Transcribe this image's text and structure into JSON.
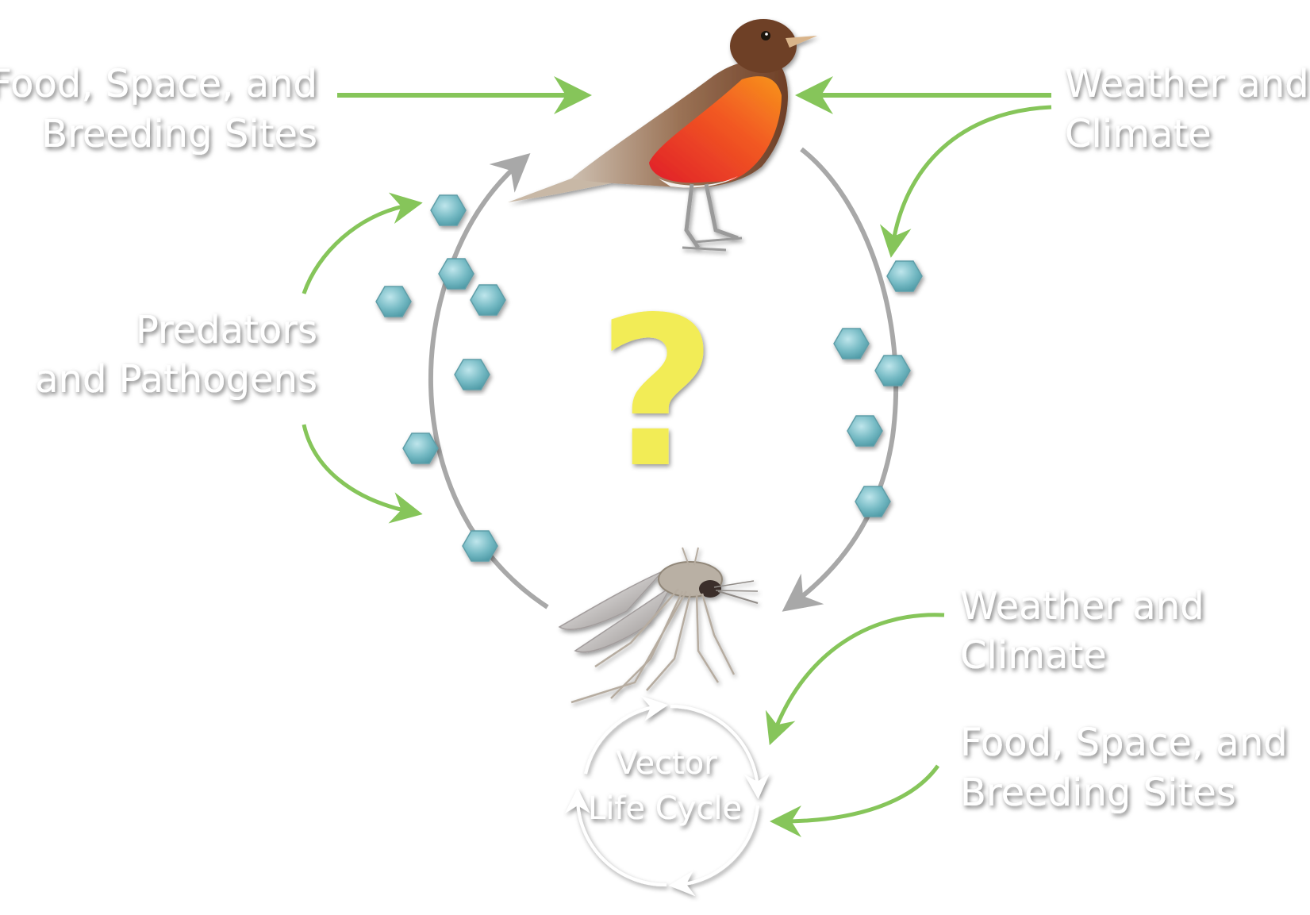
{
  "labels": {
    "top_left_line1": "Food, Space, and",
    "top_left_line2": "Breeding Sites",
    "top_right_line1": "Weather and",
    "top_right_line2": "Climate",
    "mid_left_line1": "Predators",
    "mid_left_line2": "and Pathogens",
    "bottom_right_upper_line1": "Weather and",
    "bottom_right_upper_line2": "Climate",
    "bottom_right_lower_line1": "Food, Space, and",
    "bottom_right_lower_line2": "Breeding Sites",
    "center_mark": "?",
    "cycle_line1": "Vector",
    "cycle_line2": "Life Cycle"
  },
  "icons": {
    "host": "robin-bird-icon",
    "vector": "mosquito-icon",
    "pathogen": "pathogen-hexagon-icon"
  },
  "colors": {
    "influence_arrow": "#86c55a",
    "transmission_arrow": "#a8a8a8",
    "pathogen": "#74b9c3",
    "question_mark": "#f2ec56",
    "robin_back": "#7a4a2e",
    "robin_breast": "#e8312a"
  }
}
